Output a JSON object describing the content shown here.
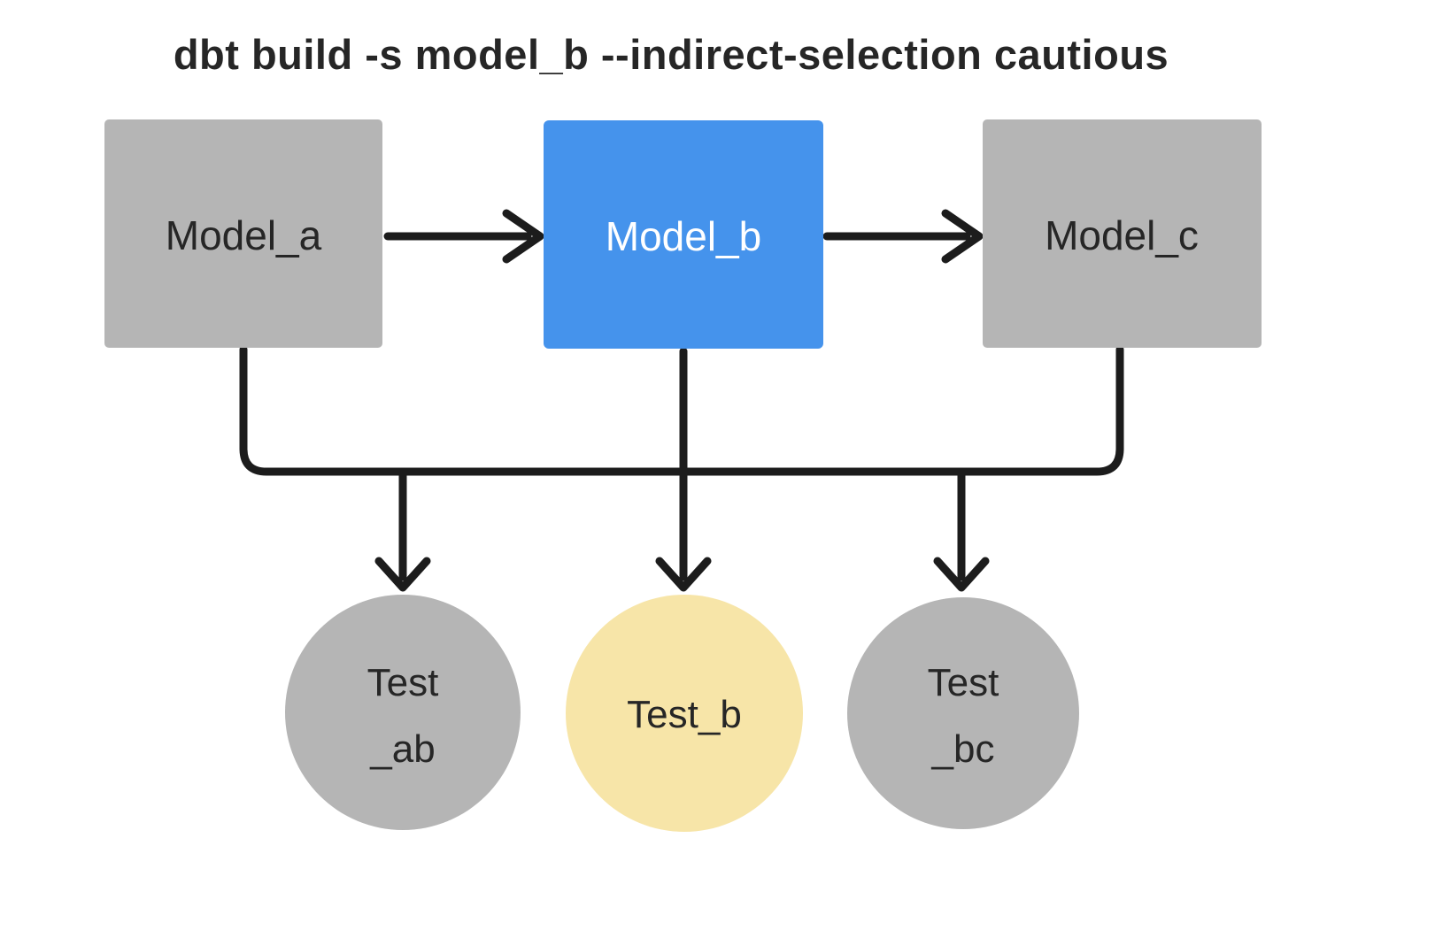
{
  "title": "dbt build -s model_b --indirect-selection cautious",
  "colors": {
    "node_gray": "#b5b5b5",
    "node_selected_blue": "#4593ec",
    "node_indirect_yellow": "#f7e5a8",
    "edge": "#1c1c1c",
    "text_dark": "#262626",
    "text_light": "#ffffff"
  },
  "models": [
    {
      "id": "model_a",
      "label": "Model_a",
      "state": "upstream"
    },
    {
      "id": "model_b",
      "label": "Model_b",
      "state": "selected"
    },
    {
      "id": "model_c",
      "label": "Model_c",
      "state": "downstream"
    }
  ],
  "tests": [
    {
      "id": "test_ab",
      "lines": [
        "Test",
        "_ab"
      ],
      "state": "skipped"
    },
    {
      "id": "test_b",
      "lines": [
        "Test_b"
      ],
      "state": "included"
    },
    {
      "id": "test_bc",
      "lines": [
        "Test",
        "_bc"
      ],
      "state": "skipped"
    }
  ]
}
